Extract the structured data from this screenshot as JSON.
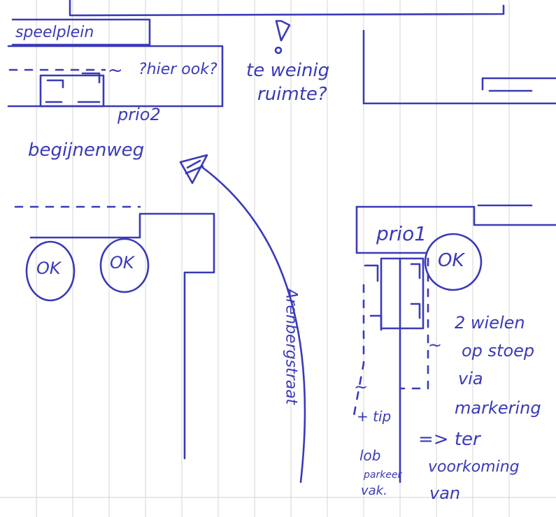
{
  "labels": {
    "speelplein": "speelplein",
    "question_hier_ook": "?hier ook?",
    "tilde": "~",
    "exclamation": "!",
    "te_weinig": "te weinig",
    "ruimte": "ruimte?",
    "prio2": "prio2",
    "begijnenweg": "begijnenweg",
    "ok_left": "OK",
    "ok_middle": "OK",
    "prio1": "prio1",
    "ok_right": "OK",
    "arenbergstraat": "Arenbergstraat",
    "two_wielen": "2 wielen",
    "op_stoep": "op stoep",
    "via": "via",
    "markering": "markering",
    "arrow_ter": "=> ter",
    "voorkoming": "voorkoming",
    "van": "van",
    "tip": "+ tip",
    "lob": "lob",
    "parkeer": "parkeer",
    "vak": "vak."
  },
  "colors": {
    "ink": "#3a3ab8",
    "paper": "#ffffff",
    "ruling": "#d6d6d6"
  }
}
